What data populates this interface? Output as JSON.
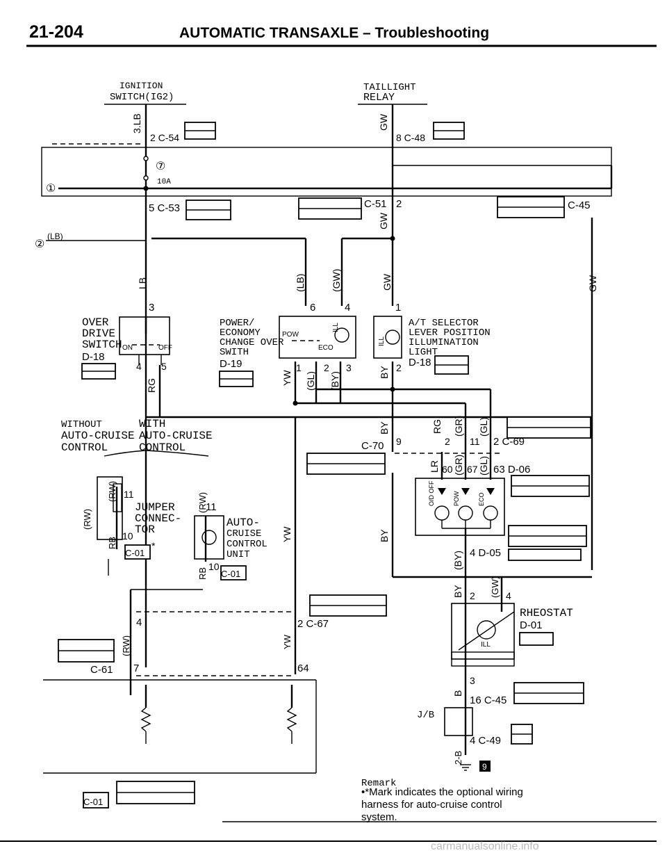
{
  "header": {
    "page_number": "21-204",
    "title": "AUTOMATIC TRANSAXLE – Troubleshooting"
  },
  "sources": {
    "ignition_line1": "IGNITION",
    "ignition_line2": "SWITCH(IG2)",
    "taillight_line1": "TAILLIGHT",
    "taillight_line2": "RELAY"
  },
  "connectors": {
    "c54": "2 C-54",
    "c48": "8 C-48",
    "c53": "5 C-53",
    "c51": "C-51",
    "c51_pin": "2",
    "c45_top": "C-45",
    "c70": "C-70",
    "c69": "2 C-69",
    "d06": "63 D-06",
    "d05": "4 D-05",
    "c67": "2 C-67",
    "c61": "C-61",
    "c45_bottom": "16 C-45",
    "c49": "4 C-49",
    "c01_left": "C-01",
    "c01_right": "C-01",
    "c01_bottom": "C-01"
  },
  "fuse": {
    "number": "⑦",
    "rating": "10A"
  },
  "markers": {
    "circle1": "①",
    "circle2": "②",
    "lb_label": "(LB)",
    "box_9": "9",
    "star": "*"
  },
  "wires": {
    "w_3lb": "3.LB",
    "w_gw_top": "GW",
    "w_gw_c51": "GW",
    "w_gw_right": "GW",
    "w_lb": "LB",
    "w_lb_paren": "(LB)",
    "w_gw_paren": "(GW)",
    "w_gw_sel": "GW",
    "w_rg": "RG",
    "w_yw1": "YW",
    "w_gl1": "(GL)",
    "w_by1": "(BY)",
    "w_by_sel": "BY",
    "w_rw1": "(RW)",
    "w_rb1": "RB",
    "w_rw2": "(RW)",
    "w_rb2": "RB",
    "w_yw2": "YW",
    "w_by_c70": "BY",
    "w_rg2": "RG",
    "w_gr": "(GR)",
    "w_gl2": "(GL)",
    "w_lr": "LR",
    "w_gr2": "(GR)",
    "w_gl3": "(GL)",
    "w_by_mid": "BY",
    "w_by_d05": "(BY)",
    "w_by_rh": "BY",
    "w_gw_rh": "(GW)",
    "w_rw3": "(RW)",
    "w_yw3": "YW",
    "w_b": "B",
    "w_b2": "2-B"
  },
  "components": {
    "od_switch": {
      "line1": "OVER",
      "line2": "DRIVE",
      "line3": "SWITCH",
      "code": "D-18",
      "on": "ON",
      "off": "OFF"
    },
    "eco_switch": {
      "line1": "POWER/",
      "line2": "ECONOMY",
      "line3": "CHANGE OVER",
      "line4": "SWITH",
      "code": "D-19",
      "pow": "POW",
      "eco": "ECO",
      "ill": "ILL"
    },
    "selector": {
      "line1": "A/T SELECTOR",
      "line2": "LEVER POSITION",
      "line3": "ILLUMINATION",
      "line4": "LIGHT",
      "code": "D-18",
      "ill": "ILL"
    },
    "without_cruise": {
      "line1": "WITHOUT",
      "line2": "AUTO-CRUISE",
      "line3": "CONTROL"
    },
    "with_cruise": {
      "line1": "WITH",
      "line2": "AUTO-CRUISE",
      "line3": "CONTROL"
    },
    "jumper": {
      "line1": "JUMPER",
      "line2": "CONNEC-",
      "line3": "TOR"
    },
    "cruise_unit": {
      "line1": "AUTO-",
      "line2": "CRUISE",
      "line3": "CONTROL",
      "line4": "UNIT"
    },
    "rheostat": {
      "line1": "RHEOSTAT",
      "code": "D-01",
      "ill": "ILL"
    },
    "jb": "J/B",
    "indicators": [
      "O/D OFF",
      "POW",
      "ECO"
    ]
  },
  "pins": {
    "p3": "3",
    "p6": "6",
    "p4": "4",
    "p1": "1",
    "p4b": "4",
    "p5b": "5",
    "p1b": "1",
    "p2b": "2",
    "p3b": "3",
    "p2c": "2",
    "p11a": "11",
    "p10a": "10",
    "p11b": "11",
    "p10b": "10",
    "p9": "9",
    "p2d": "2",
    "p11c": "11",
    "p60": "60",
    "p67": "67",
    "p2e": "2",
    "p4e": "4",
    "p4f": "4",
    "p7": "7",
    "p64": "64",
    "p3f": "3"
  },
  "remark": {
    "title": "Remark",
    "line1": "•*Mark indicates the optional wiring",
    "line2": "harness for auto-cruise control",
    "line3": "system."
  },
  "footer": {
    "watermark": "carmanualsonline.info"
  }
}
